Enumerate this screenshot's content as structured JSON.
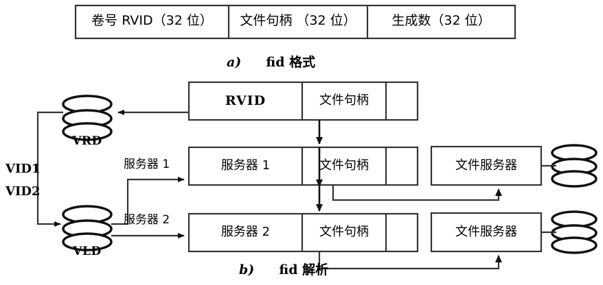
{
  "figure": {
    "top_table": {
      "cells": [
        {
          "text": "卷号 RVID（32 位）"
        },
        {
          "text": "文件句柄 （32 位）"
        },
        {
          "text": "生成数（32 位）"
        }
      ]
    },
    "caption_a": {
      "tag": "a)",
      "text": "fid 格式"
    },
    "caption_b": {
      "tag": "b)",
      "text": "fid 解析"
    },
    "rows": [
      {
        "name": "rvid-row",
        "cell1": "RVID",
        "cell2": "文件句柄",
        "cell3": ""
      },
      {
        "name": "server1-row",
        "cell1": "服务器 1",
        "cell2": "文件句柄",
        "cell3": ""
      },
      {
        "name": "server2-row",
        "cell1": "服务器 2",
        "cell2": "文件句柄",
        "cell3": ""
      }
    ],
    "file_servers": [
      {
        "label": "文件服务器"
      },
      {
        "label": "文件服务器"
      }
    ],
    "stores": [
      {
        "id": "vrd",
        "label": "VRD"
      },
      {
        "id": "vld",
        "label": "VLD"
      }
    ],
    "edge_labels": {
      "vid1": "VID1",
      "vid2": "VID2",
      "server1": "服务器 1",
      "server2": "服务器 2"
    },
    "colors": {
      "stroke": "#333333",
      "stroke_heavy": "#1a1a1a",
      "background": "#ffffff",
      "text": "#000000"
    }
  }
}
